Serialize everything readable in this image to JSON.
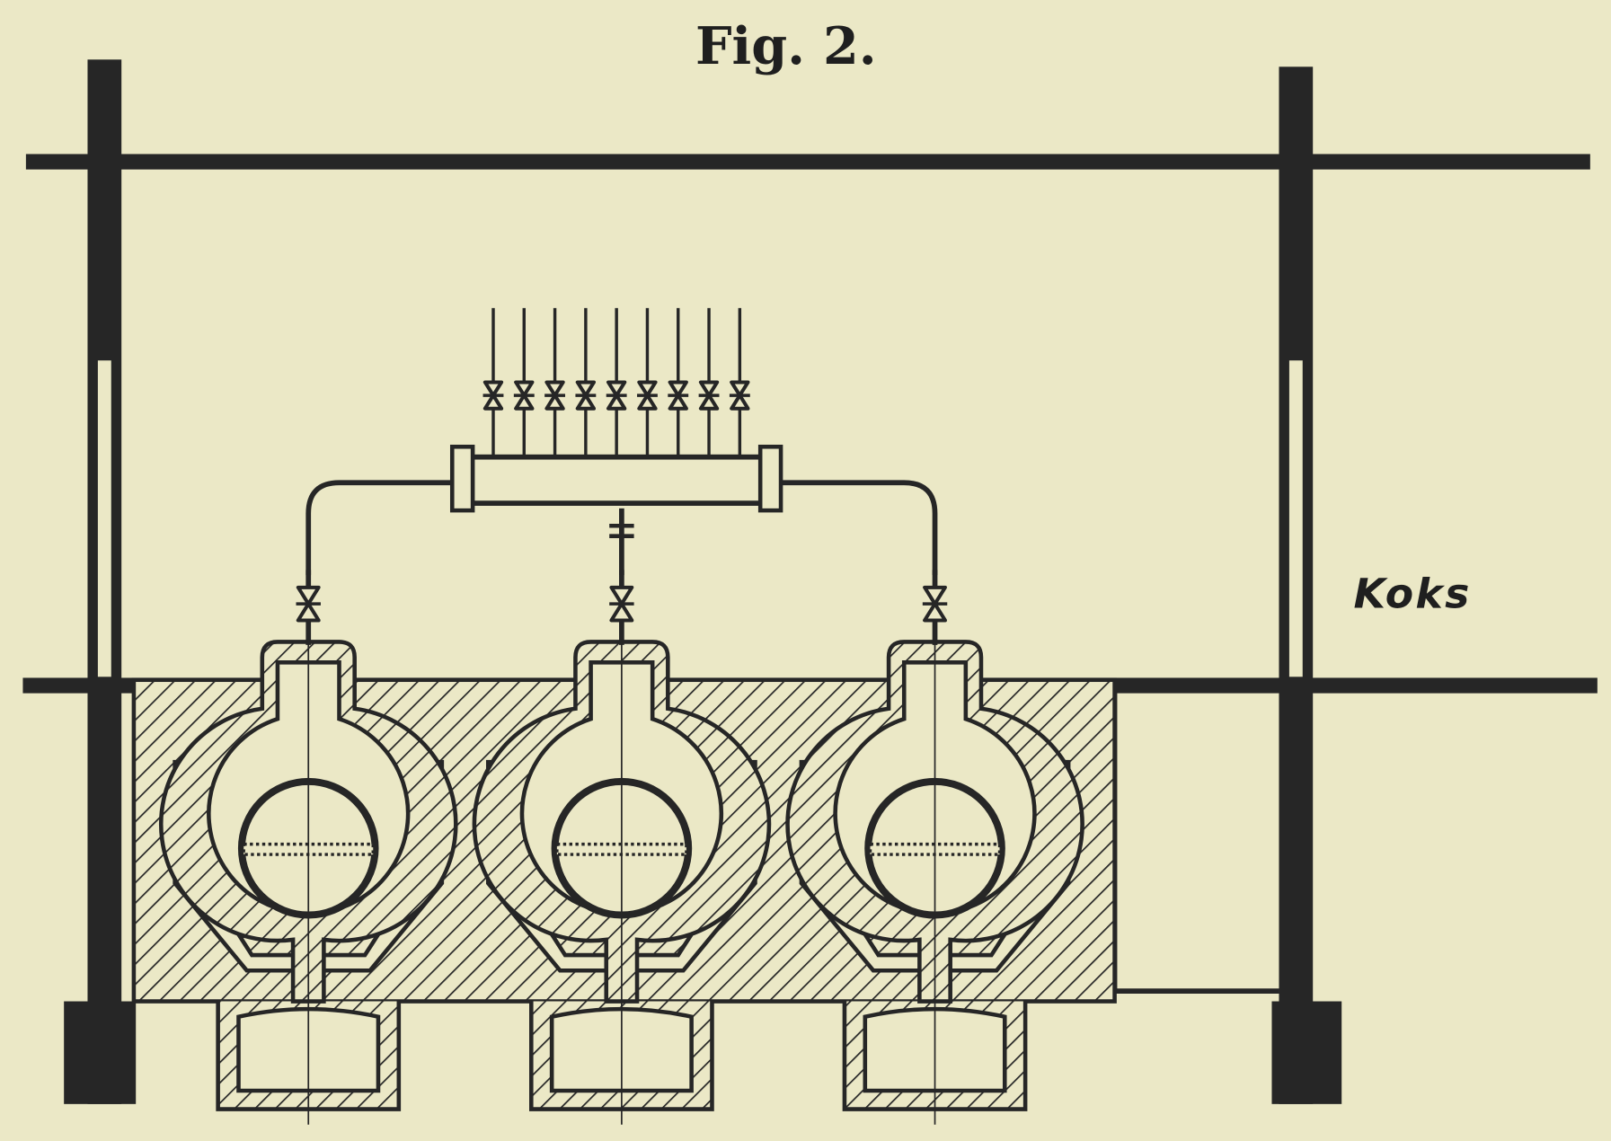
{
  "figure": {
    "title": "Fig. 2.",
    "labels": {
      "fuel": "Koks"
    },
    "colors": {
      "paper": "#ebe8c6",
      "ink": "#262626"
    },
    "boiler_count": 3,
    "outlet_pipe_count": 9
  }
}
